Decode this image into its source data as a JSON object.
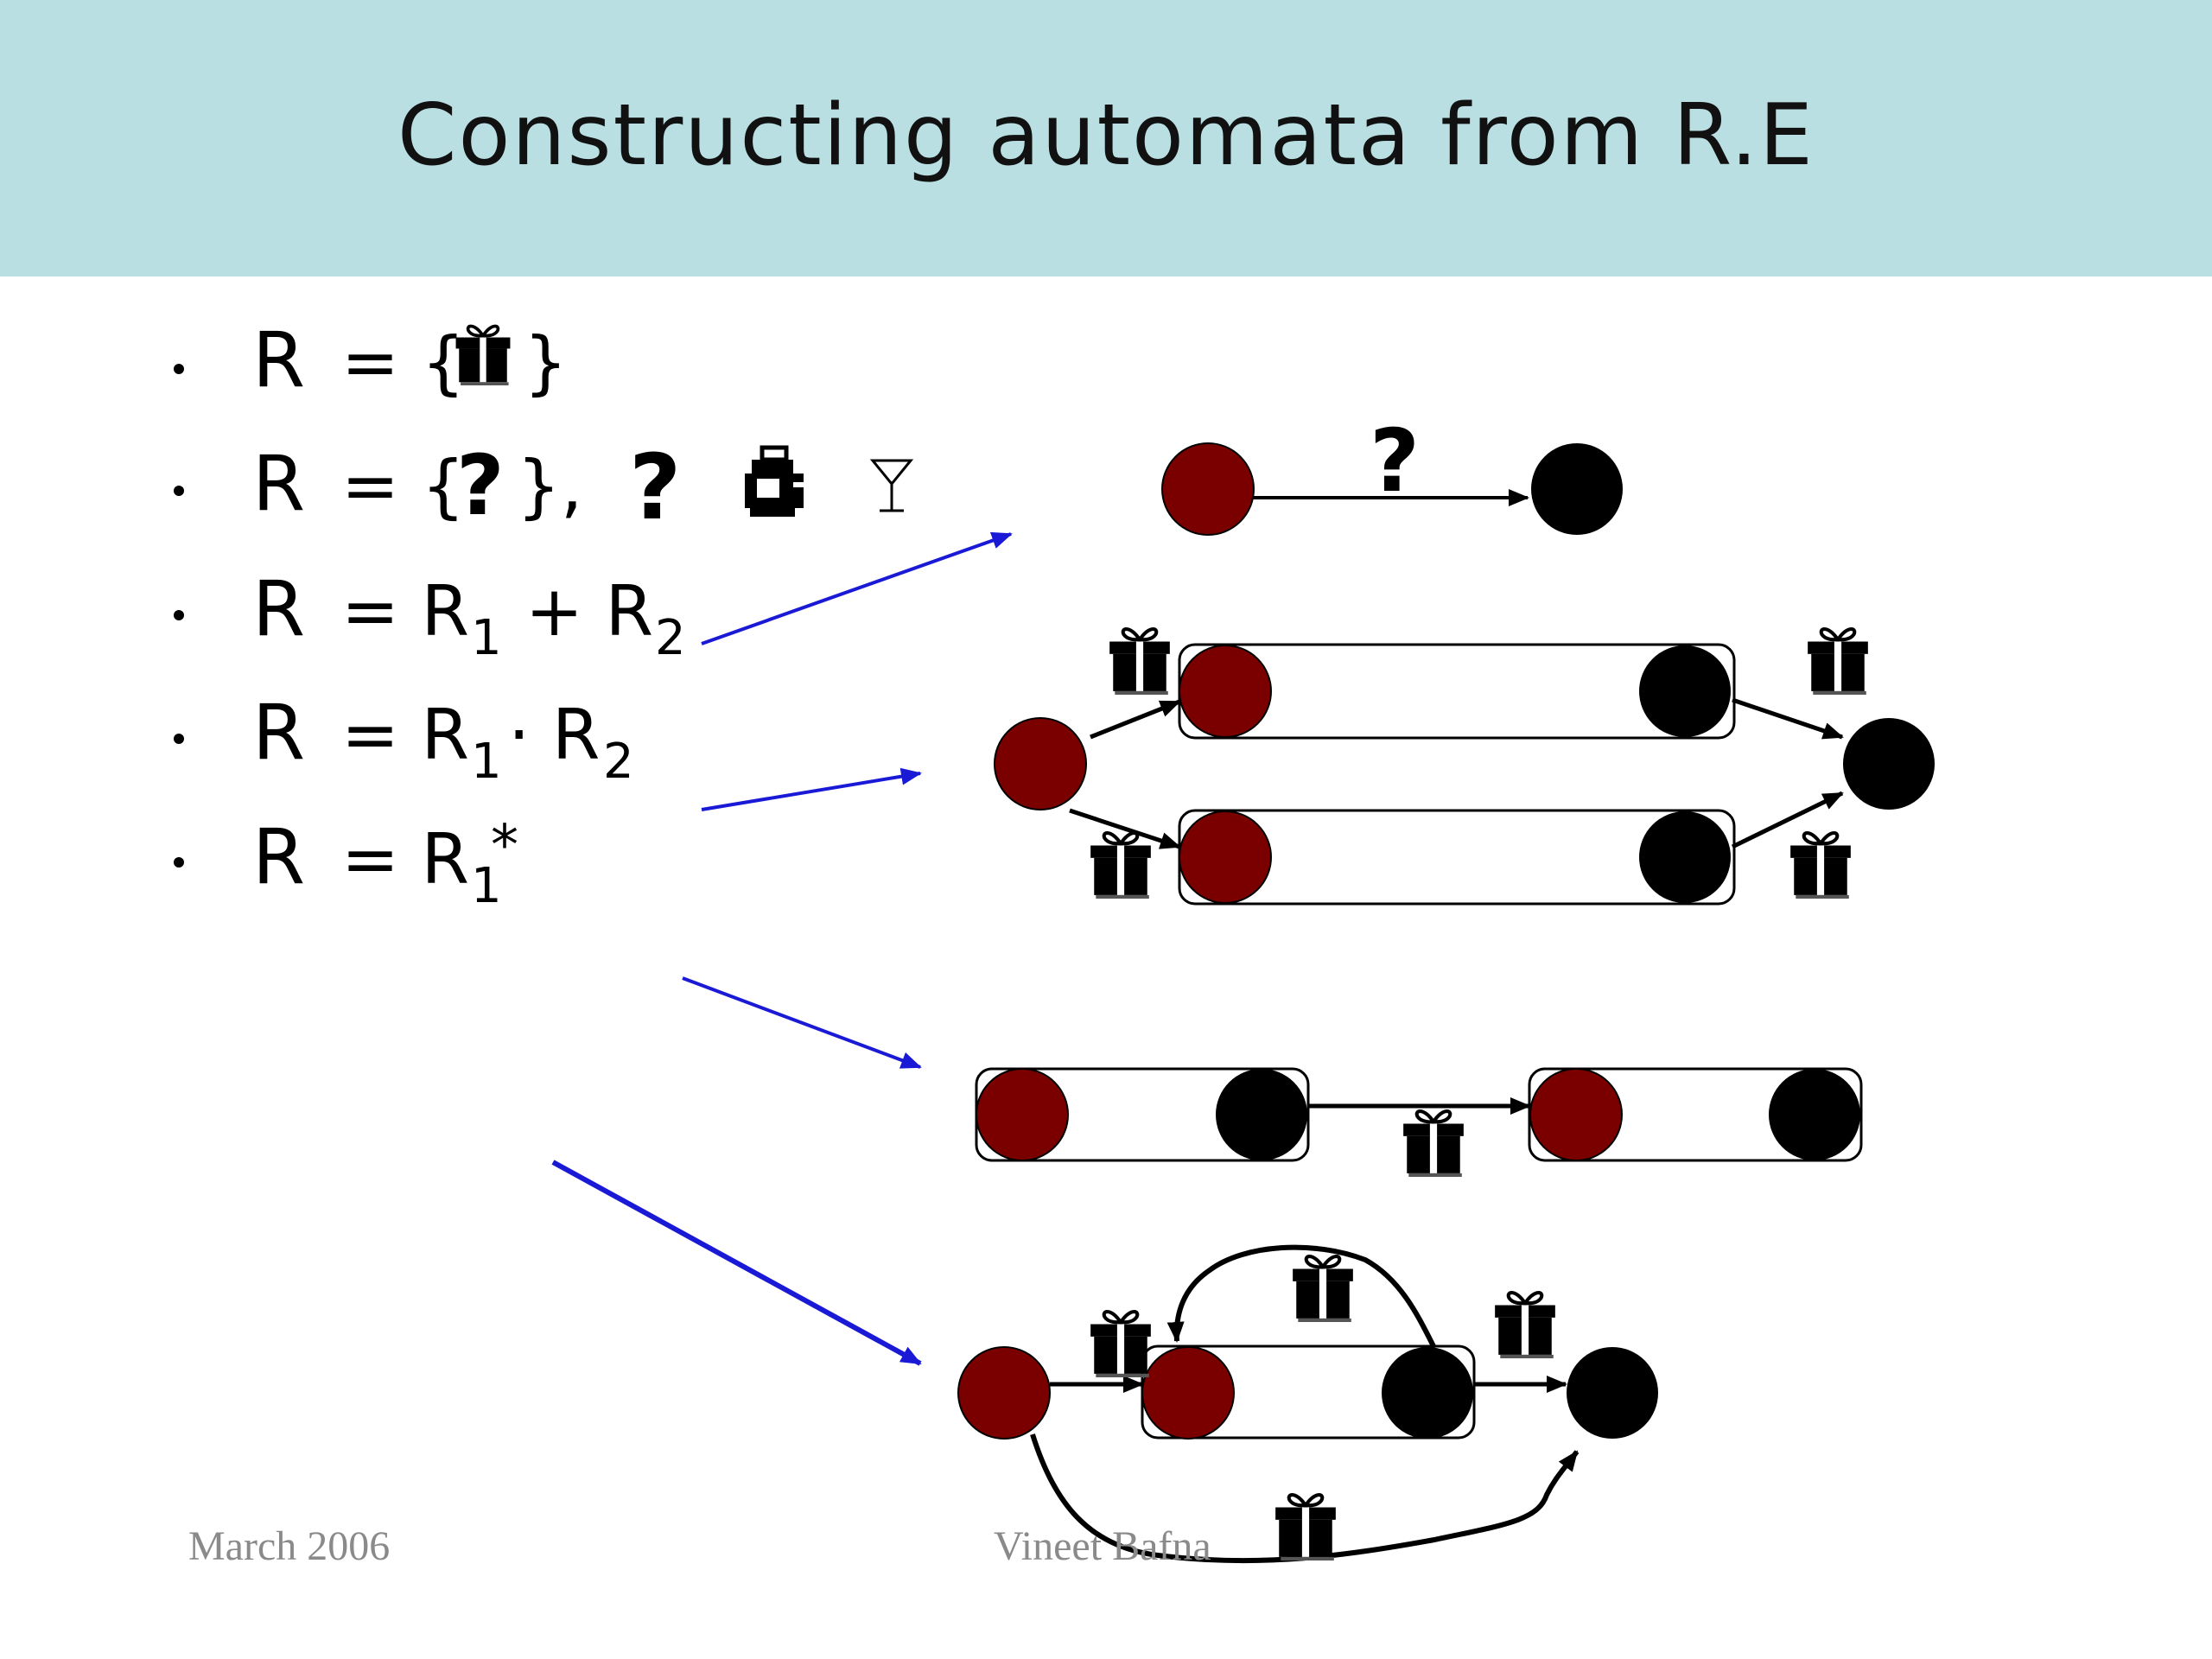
{
  "title": "Constructing automata from R.E",
  "colors": {
    "header_bg": "#b9dfe2",
    "start_state": "#7a0000",
    "final_state": "#000000",
    "pointer_arrow": "#1a1ad6"
  },
  "bullets": [
    {
      "lhs": "R",
      "rhs": "= {",
      "close": "}"
    },
    {
      "lhs": "R",
      "rhs": "= {",
      "mid": "?",
      "close": "},",
      "extra": "?"
    },
    {
      "lhs": "R",
      "rhs": "= R",
      "sub1": "1",
      "op": "+ R",
      "sub2": "2"
    },
    {
      "lhs": "R",
      "rhs": "= R",
      "sub1": "1",
      "op": "· R",
      "sub2": "2"
    },
    {
      "lhs": "R",
      "rhs": "= R",
      "sub1": "1",
      "sup": "*"
    }
  ],
  "single_transition_label": "?",
  "footer": {
    "date": "March 2006",
    "author": "Vineet Bafna"
  }
}
